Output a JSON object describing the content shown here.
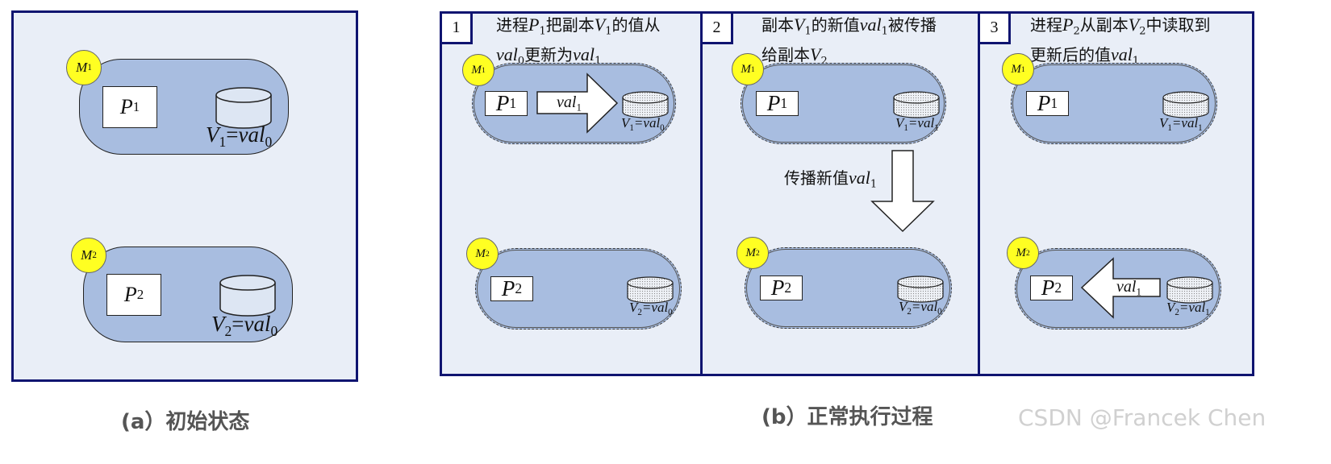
{
  "panel_a": {
    "caption": "(a）初始状态",
    "m1": {
      "label": "M",
      "sub": "1"
    },
    "m2": {
      "label": "M",
      "sub": "2"
    },
    "p1": {
      "label": "P",
      "sub": "1"
    },
    "p2": {
      "label": "P",
      "sub": "2"
    },
    "v1": {
      "var": "V",
      "sub": "1",
      "eq": "=",
      "val": "val",
      "valsub": "0"
    },
    "v2": {
      "var": "V",
      "sub": "2",
      "eq": "=",
      "val": "val",
      "valsub": "0"
    }
  },
  "panel_b": {
    "caption": "(b）正常执行过程",
    "steps": [
      {
        "num": "1",
        "line1_a": "进程",
        "line1_p": "P",
        "line1_psub": "1",
        "line1_b": "把副本",
        "line1_v": "V",
        "line1_vsub": "1",
        "line1_c": "的值从",
        "line2_val": "val",
        "line2_valsub": "0",
        "line2_b": "更新为",
        "line2_val2": "val",
        "line2_val2sub": "1",
        "arrow_label": "val",
        "arrow_sub": "1",
        "m1": "M",
        "m1sub": "1",
        "m2": "M",
        "m2sub": "2",
        "p1": "P",
        "p1sub": "1",
        "p2": "P",
        "p2sub": "2",
        "v1": "V",
        "v1sub": "1",
        "v1val": "=val",
        "v1valsub": "0",
        "v2": "V",
        "v2sub": "2",
        "v2val": "=val",
        "v2valsub": "0"
      },
      {
        "num": "2",
        "line1_a": "副本",
        "line1_v": "V",
        "line1_vsub": "1",
        "line1_b": "的新值",
        "line1_val": "val",
        "line1_valsub": "1",
        "line1_c": "被传播",
        "line2_a": "给副本",
        "line2_v": "V",
        "line2_vsub": "2",
        "prop_text": "传播新值",
        "prop_val": "val",
        "prop_valsub": "1",
        "m1": "M",
        "m1sub": "1",
        "m2": "M",
        "m2sub": "2",
        "p1": "P",
        "p1sub": "1",
        "p2": "P",
        "p2sub": "2",
        "v1": "V",
        "v1sub": "1",
        "v1val": "=val",
        "v1valsub": "1",
        "v2": "V",
        "v2sub": "2",
        "v2val": "=val",
        "v2valsub": "0"
      },
      {
        "num": "3",
        "line1_a": "进程",
        "line1_p": "P",
        "line1_psub": "2",
        "line1_b": "从副本",
        "line1_v": "V",
        "line1_vsub": "2",
        "line1_c": "中读取到",
        "line2_a": "更新后的值",
        "line2_val": "val",
        "line2_valsub": "1",
        "arrow_label": "val",
        "arrow_sub": "1",
        "m1": "M",
        "m1sub": "1",
        "m2": "M",
        "m2sub": "2",
        "p1": "P",
        "p1sub": "1",
        "p2": "P",
        "p2sub": "2",
        "v1": "V",
        "v1sub": "1",
        "v1val": "=val",
        "v1valsub": "1",
        "v2": "V",
        "v2sub": "2",
        "v2val": "=val",
        "v2valsub": "1"
      }
    ]
  },
  "watermark": "CSDN @Francek Chen",
  "colors": {
    "border": "#0f1470",
    "panel_bg": "#e9eef7",
    "pill_fill": "#a8bde0",
    "marker": "#ffff22"
  }
}
